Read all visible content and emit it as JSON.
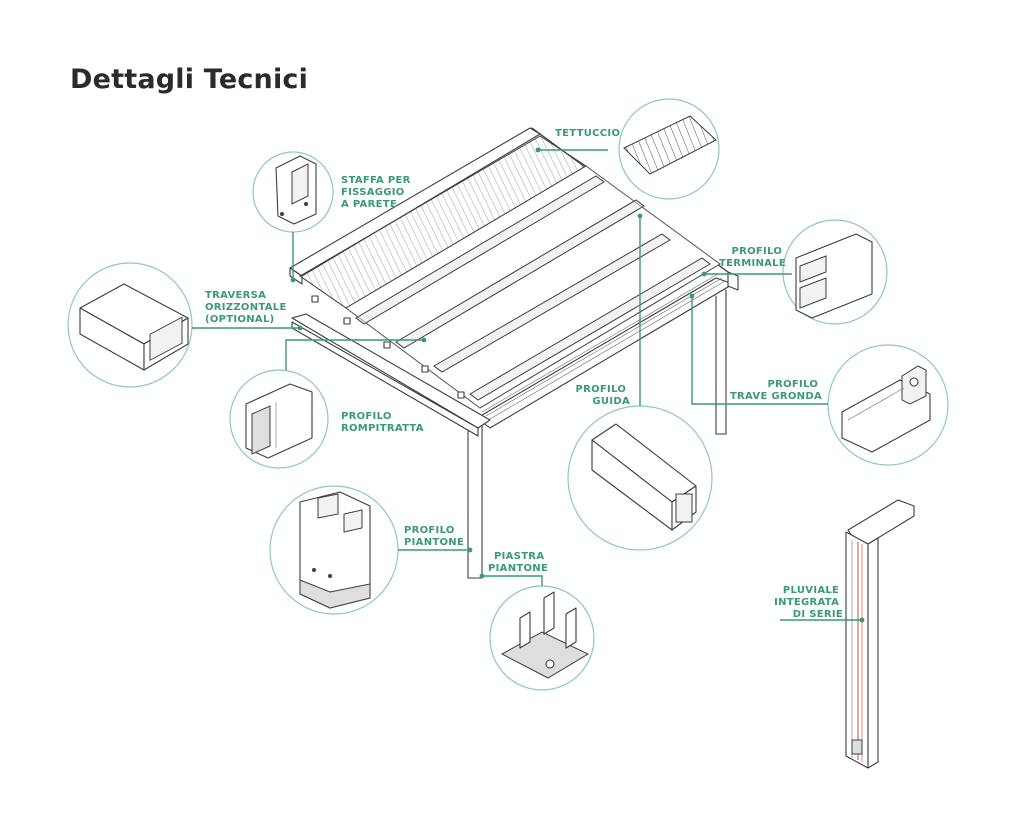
{
  "title": "Dettagli Tecnici",
  "colors": {
    "accent": "#3a9a74",
    "bubble_border": "#8ccbb0",
    "ink": "#3d3d3d",
    "title": "#2b2b2b",
    "pipe_red": "#d66a6a"
  },
  "components": {
    "tettuccio": {
      "lines": [
        "TETTUCCIO"
      ]
    },
    "staffa": {
      "lines": [
        "STAFFA PER",
        "FISSAGGIO",
        "A PARETE"
      ]
    },
    "traversa": {
      "lines": [
        "TRAVERSA",
        "ORIZZONTALE",
        "(OPTIONAL)"
      ]
    },
    "terminale": {
      "lines": [
        "PROFILO",
        "TERMINALE"
      ]
    },
    "trave": {
      "lines": [
        "PROFILO",
        "TRAVE GRONDA"
      ]
    },
    "guida": {
      "lines": [
        "PROFILO",
        "GUIDA"
      ]
    },
    "rompitratta": {
      "lines": [
        "PROFILO",
        "ROMPITRATTA"
      ]
    },
    "piantone": {
      "lines": [
        "PROFILO",
        "PIANTONE"
      ]
    },
    "piastra": {
      "lines": [
        "PIASTRA",
        "PIANTONE"
      ]
    },
    "pluviale": {
      "lines": [
        "PLUVIALE",
        "INTEGRATA",
        "DI SERIE"
      ]
    }
  }
}
